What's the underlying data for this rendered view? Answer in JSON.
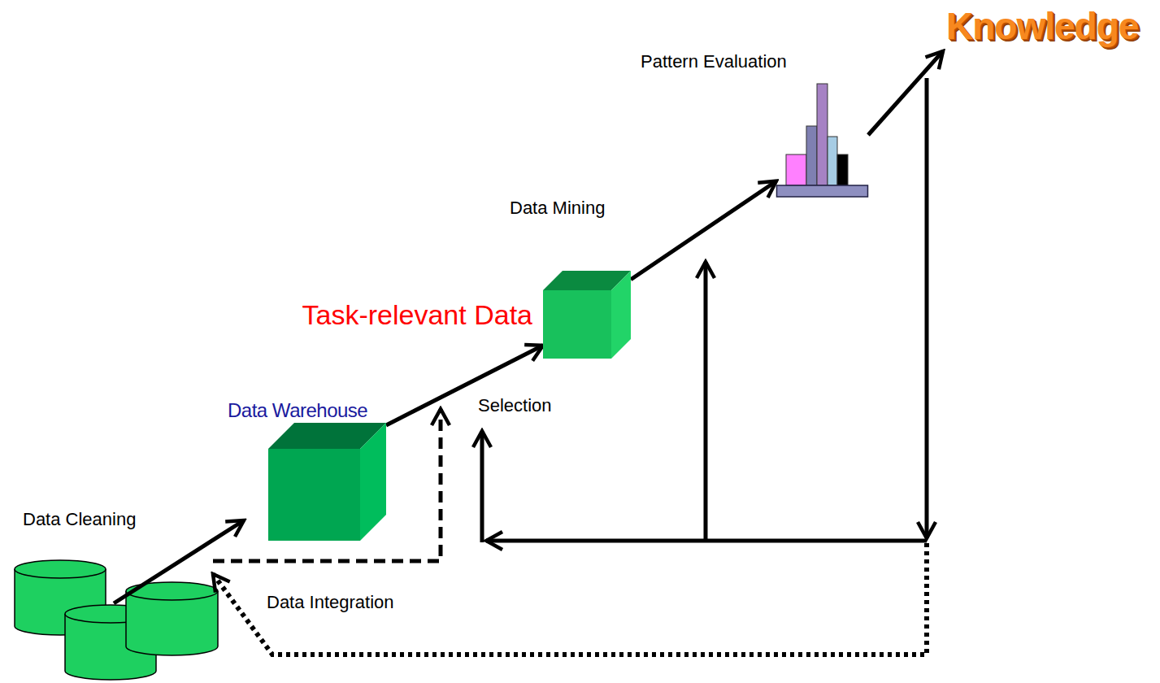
{
  "diagram": {
    "nodes": [
      {
        "text": [
          "Data Warehouse"
        ]
      },
      {
        "text": [
          "Task-relevant Data"
        ]
      },
      {
        "text": [
          "Pattern Evaluation"
        ]
      },
      {
        "text": [
          "Knowledge"
        ]
      }
    ],
    "edges": [
      {
        "from": 0,
        "to": 1,
        "arrow": "to"
      },
      {
        "from": 1,
        "to": 2,
        "arrow": "to"
      },
      {
        "from": 2,
        "to": 3,
        "arrow": "to"
      }
    ],
    "labels": [
      "Data Cleaning",
      "Data Integration",
      "Selection",
      "Data Mining"
    ]
  }
}
